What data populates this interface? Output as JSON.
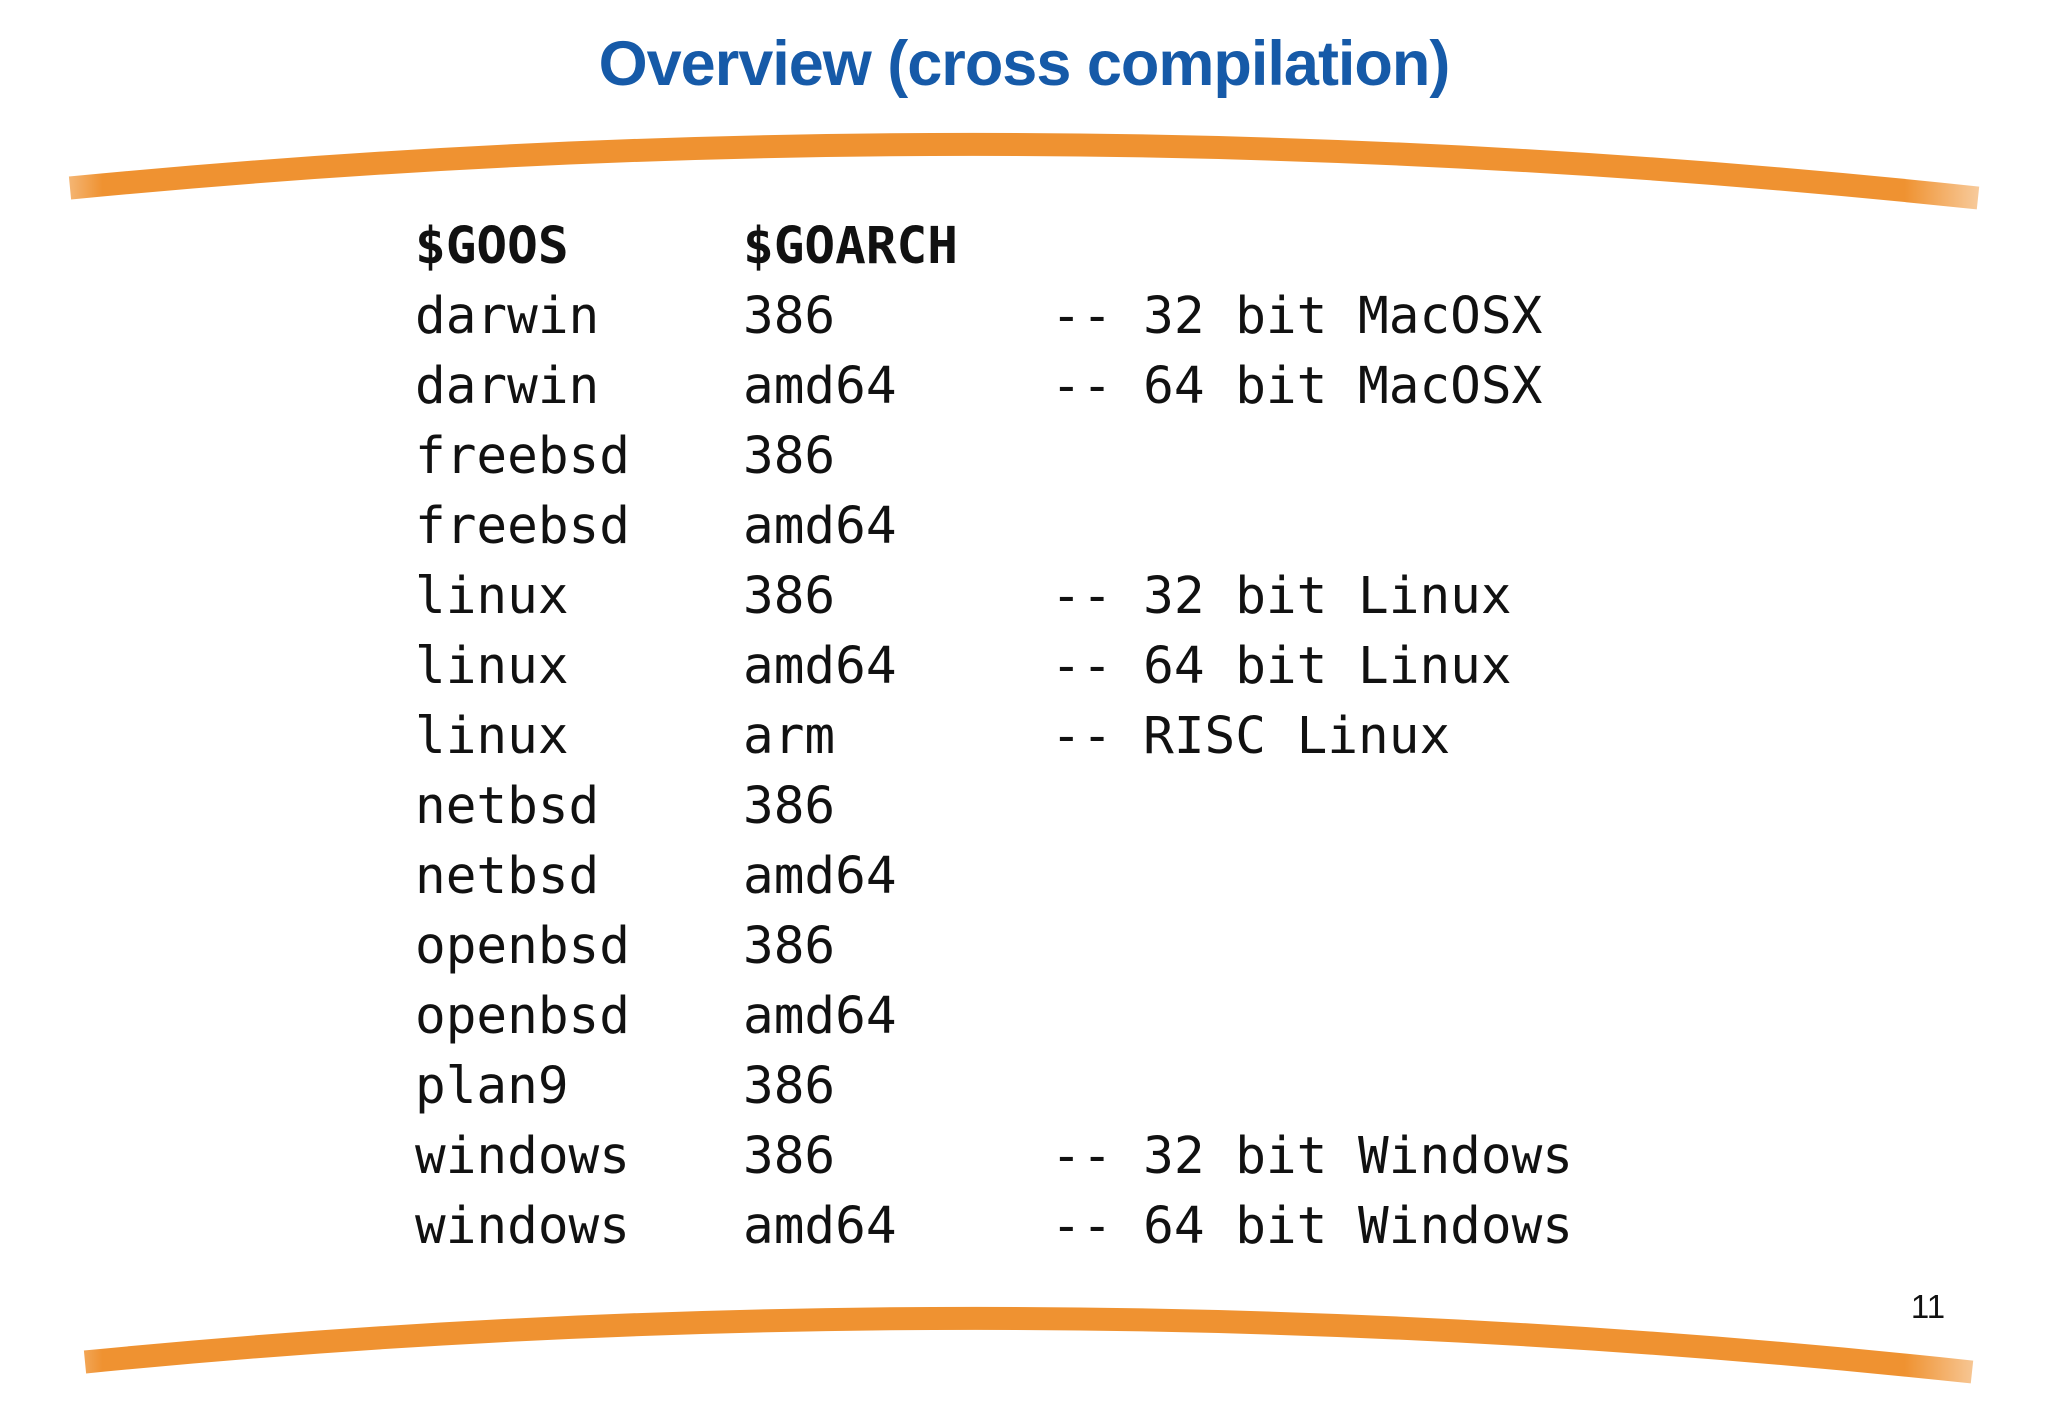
{
  "slide": {
    "title": "Overview (cross compilation)",
    "page_number": "11",
    "colors": {
      "title_blue": "#165AA8",
      "swoosh_orange": "#EF9231",
      "text_black": "#111111",
      "background": "#FFFFFF"
    }
  },
  "table": {
    "headers": {
      "goos": "$GOOS",
      "goarch": "$GOARCH"
    },
    "rows": [
      {
        "goos": "darwin",
        "goarch": "386",
        "comment": "-- 32 bit MacOSX"
      },
      {
        "goos": "darwin",
        "goarch": "amd64",
        "comment": "-- 64 bit MacOSX"
      },
      {
        "goos": "freebsd",
        "goarch": "386",
        "comment": ""
      },
      {
        "goos": "freebsd",
        "goarch": "amd64",
        "comment": ""
      },
      {
        "goos": "linux",
        "goarch": "386",
        "comment": "-- 32 bit Linux"
      },
      {
        "goos": "linux",
        "goarch": "amd64",
        "comment": "-- 64 bit Linux"
      },
      {
        "goos": "linux",
        "goarch": "arm",
        "comment": "-- RISC Linux"
      },
      {
        "goos": "netbsd",
        "goarch": "386",
        "comment": ""
      },
      {
        "goos": "netbsd",
        "goarch": "amd64",
        "comment": ""
      },
      {
        "goos": "openbsd",
        "goarch": "386",
        "comment": ""
      },
      {
        "goos": "openbsd",
        "goarch": "amd64",
        "comment": ""
      },
      {
        "goos": "plan9",
        "goarch": "386",
        "comment": ""
      },
      {
        "goos": "windows",
        "goarch": "386",
        "comment": "-- 32 bit Windows"
      },
      {
        "goos": "windows",
        "goarch": "amd64",
        "comment": "-- 64 bit Windows"
      }
    ]
  }
}
